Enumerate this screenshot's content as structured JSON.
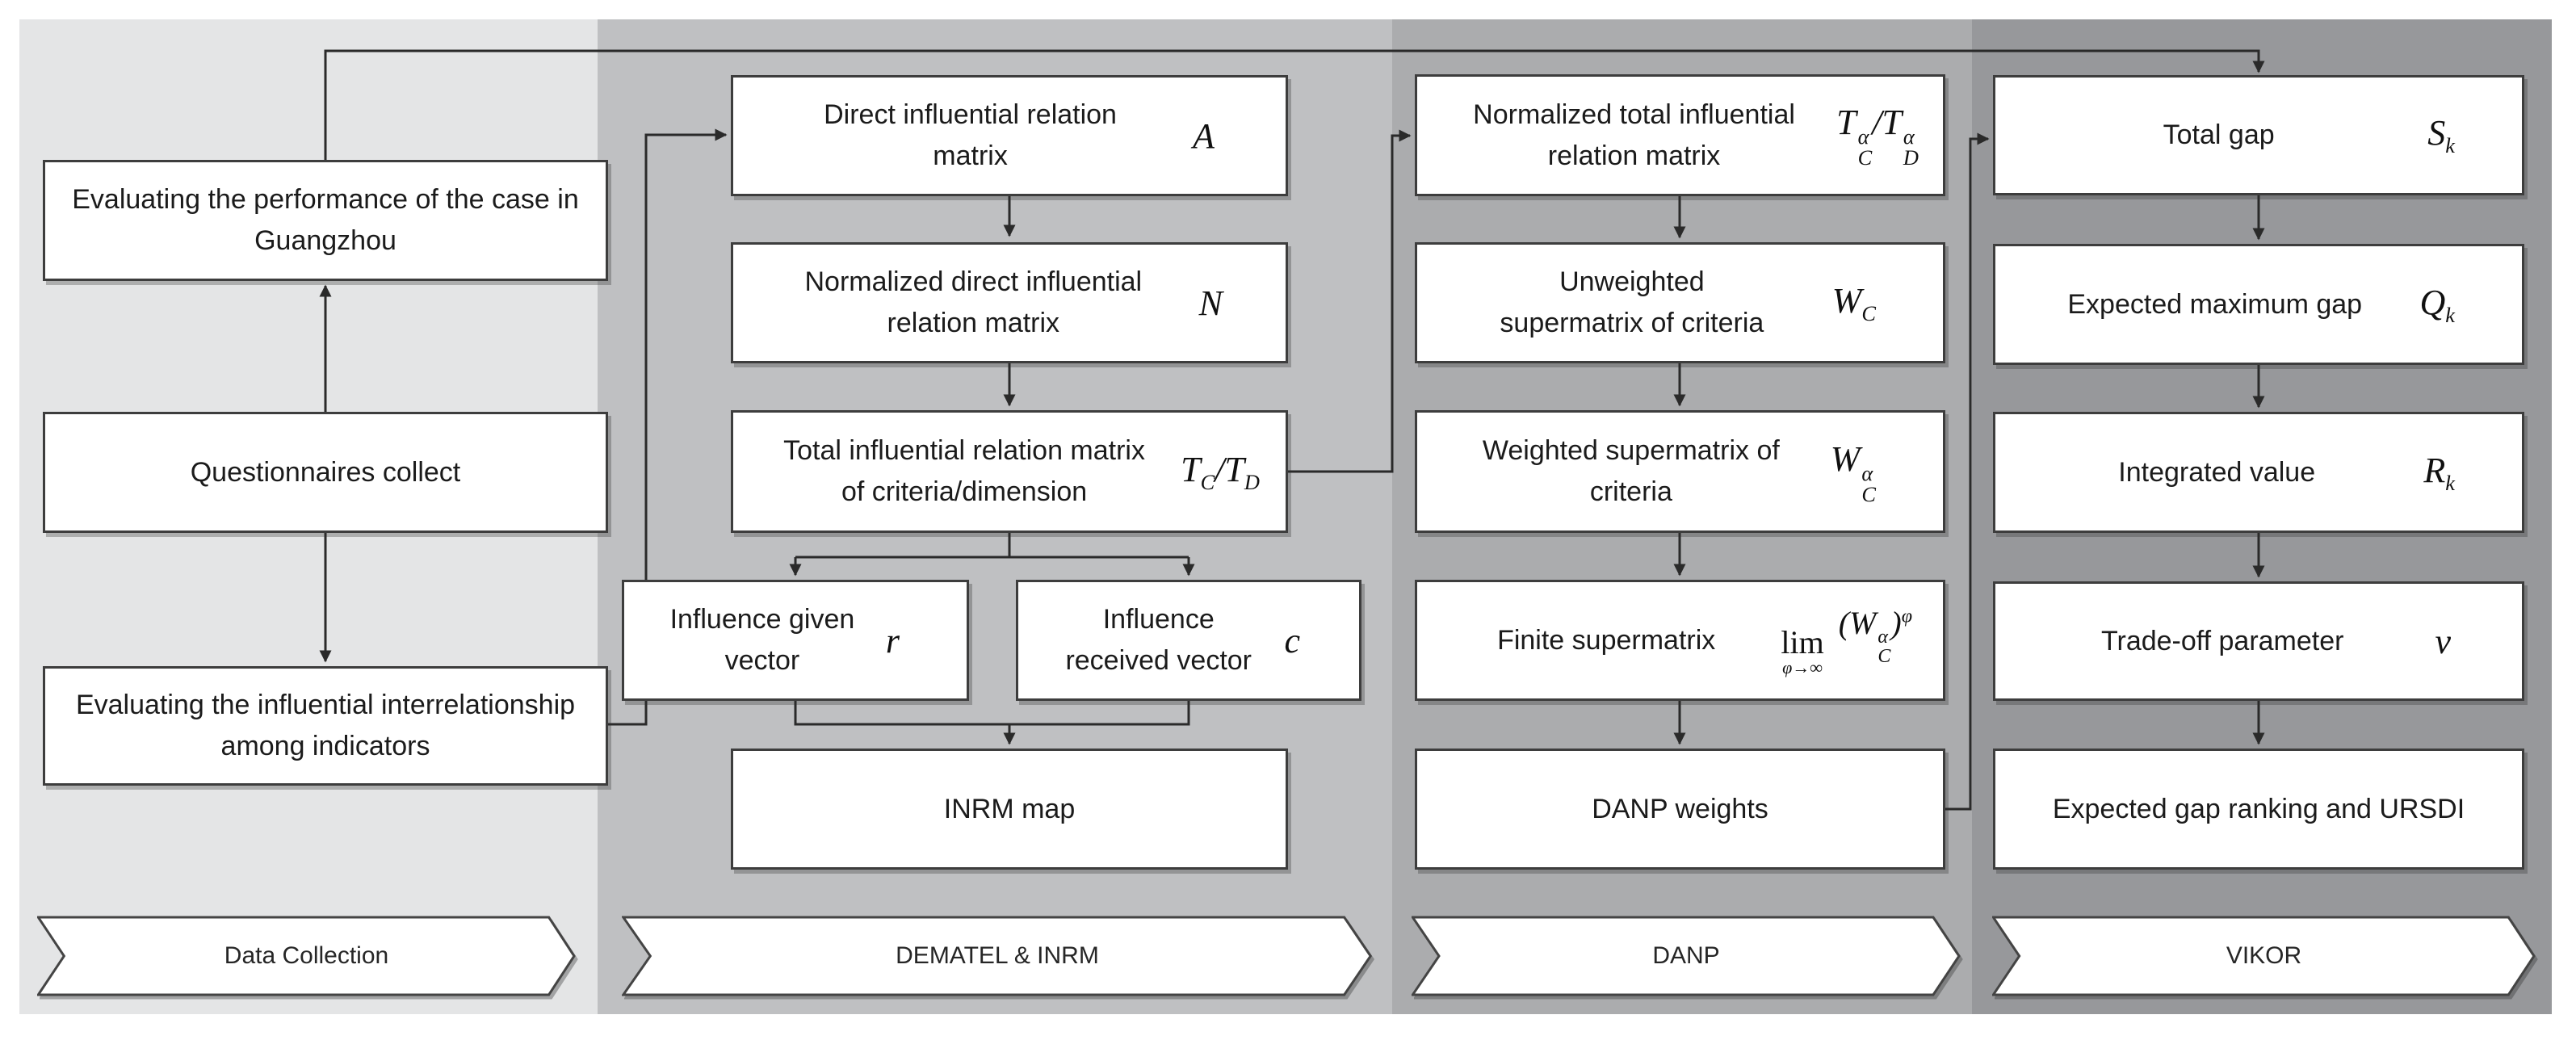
{
  "figure": {
    "title_hint": "MCDM methodology flowchart",
    "colors": {
      "panel_data_collection": "#e4e5e6",
      "panel_dematel": "#bfc0c2",
      "panel_danp": "#abacae",
      "panel_vikor": "#97989b",
      "box_fill": "#ffffff",
      "box_border": "#3d3d3d",
      "connector_line": "#2a2a2a",
      "banner_fill": "#ffffff"
    },
    "columns": [
      {
        "banner": "Data Collection",
        "boxes": [
          {
            "label": "Evaluating the performance of the case in Guangzhou"
          },
          {
            "label": "Questionnaires collect"
          },
          {
            "label": "Evaluating the influential interrelationship among indicators"
          }
        ]
      },
      {
        "banner": "DEMATEL & INRM",
        "boxes": [
          {
            "label": "Direct influential relation matrix",
            "math": "A"
          },
          {
            "label": "Normalized direct influential relation matrix",
            "math": "N"
          },
          {
            "label": "Total influential relation matrix of criteria/dimension",
            "math": "T_[C]/T_[D]"
          },
          {
            "label": "Influence given vector",
            "math": "r"
          },
          {
            "label": "Influence received vector",
            "math": "c"
          },
          {
            "label": "INRM map"
          }
        ]
      },
      {
        "banner": "DANP",
        "boxes": [
          {
            "label": "Normalized total influential relation matrix",
            "math": "T_[C]^[α]/T_[D]^[α]"
          },
          {
            "label": "Unweighted supermatrix of criteria",
            "math": "W_[C]"
          },
          {
            "label": "Weighted supermatrix of criteria",
            "math": "W_[C]^[α]"
          },
          {
            "label": "Finite supermatrix",
            "math": "LIM[φ→∞] (W_[C]^[α])^[φ]"
          },
          {
            "label": "DANP weights"
          }
        ]
      },
      {
        "banner": "VIKOR",
        "boxes": [
          {
            "label": "Total gap",
            "math": "S_[k]"
          },
          {
            "label": "Expected maximum gap",
            "math": "Q_[k]"
          },
          {
            "label": "Integrated value",
            "math": "R_[k]"
          },
          {
            "label": "Trade-off parameter",
            "math": "v"
          },
          {
            "label": "Expected gap ranking and URSDI"
          }
        ]
      }
    ]
  }
}
